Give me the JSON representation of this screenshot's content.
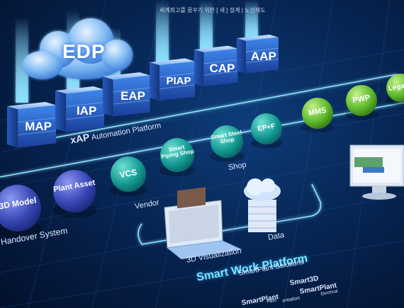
{
  "top_note": "세계최고를 꿈꾸기 위한 [ 새 ] 설계 | 노선제도",
  "cloud_label": "EDP",
  "cubes": [
    "MAP",
    "IAP",
    "EAP",
    "PIAP",
    "CAP",
    "AAP"
  ],
  "xap_platform": {
    "brand": "xAP",
    "label": "Automation Platform"
  },
  "green_spheres": [
    "MMS",
    "PWP",
    "Legacy"
  ],
  "teal_spheres": [
    "EP+F",
    "Smart Steel Shop",
    "Smart Piping Shop"
  ],
  "teal_caption": "Shop",
  "vcs": {
    "label": "VCS",
    "caption": "Vendor"
  },
  "purple_spheres": [
    "Plant Asset",
    "3D Model"
  ],
  "handover_label": "Handover System",
  "swp": {
    "title": "Smart Work Platform",
    "viz_label": "3D Visualization",
    "data_label": "Data"
  },
  "smartplant": {
    "title": "SmartPlant Solutions",
    "logo_left": "SmartPlant",
    "logo_sub_left": "P&ID",
    "logo_right": "Smart3D",
    "logo_right2": "SmartPlant",
    "logo_sub_right": "Electrical",
    "cut_text": "entation"
  },
  "colors": {
    "cube_blue": "#2e6fd8",
    "teal": "#1aa6a0",
    "green": "#5dbb2c",
    "purple": "#2b3fa8",
    "accent": "#56c8ff"
  }
}
